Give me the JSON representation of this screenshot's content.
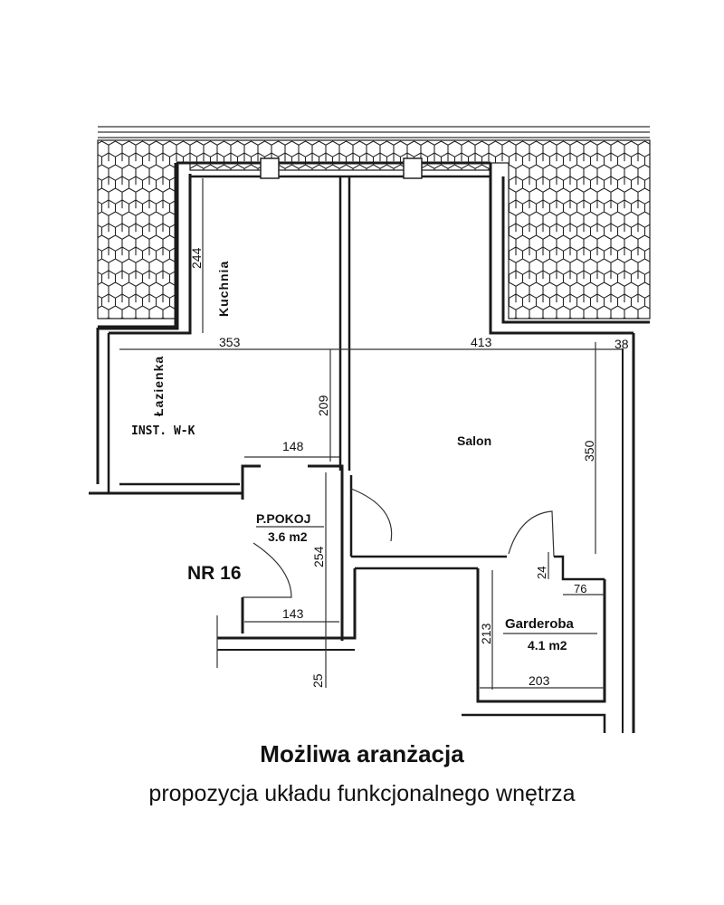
{
  "rooms": {
    "kitchen": "Kuchnia",
    "bathroom": "Łazienka",
    "installation": "INST. W-K",
    "living_room": "Salon",
    "hallway": "P.POKOJ",
    "hallway_area": "3.6 m2",
    "wardrobe": "Garderoba",
    "wardrobe_area": "4.1 m2",
    "unit_number": "NR 16"
  },
  "dimensions": {
    "kitchen_height": "244",
    "kitchen_width": "353",
    "salon_width": "413",
    "wall_right": "38",
    "bathroom_height": "209",
    "salon_height": "350",
    "hall_width_top": "148",
    "hall_height": "254",
    "hall_width_bottom": "143",
    "bottom_offset": "25",
    "wardrobe_step_height": "24",
    "wardrobe_step_width": "76",
    "wardrobe_height": "213",
    "wardrobe_width": "203"
  },
  "caption": {
    "title": "Możliwa aranżacja",
    "subtitle": "propozycja układu funkcjonalnego wnętrza"
  },
  "colors": {
    "ink": "#111111",
    "paper": "#ffffff"
  }
}
